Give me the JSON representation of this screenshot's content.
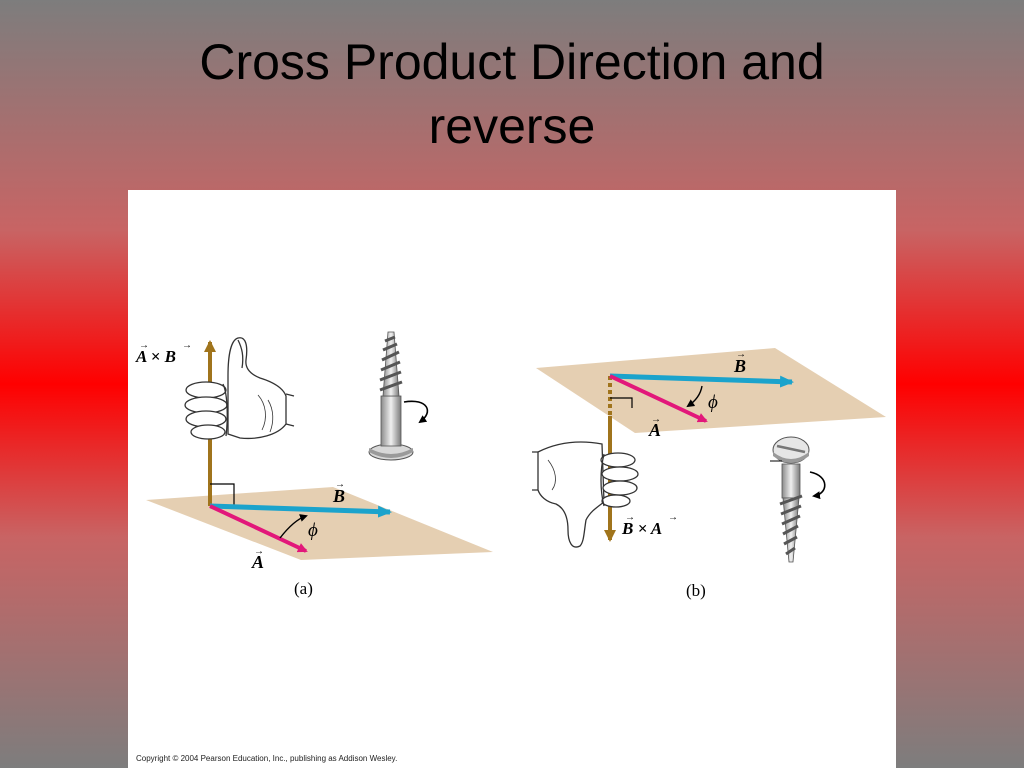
{
  "slide": {
    "title_line1": "Cross Product Direction and",
    "title_line2": "reverse"
  },
  "figure": {
    "panel_a": {
      "caption": "(a)",
      "result_label": "A × B",
      "label_a": "A",
      "label_b": "B",
      "angle_label": "ϕ"
    },
    "panel_b": {
      "caption": "(b)",
      "result_label": "B × A",
      "label_a": "A",
      "label_b": "B",
      "angle_label": "ϕ"
    },
    "copyright": "Copyright © 2004 Pearson Education, Inc., publishing as Addison Wesley."
  },
  "colors": {
    "plane": "#e5cfb2",
    "vector_a": "#e2177a",
    "vector_b": "#1ba3cc",
    "result": "#a0741c"
  }
}
